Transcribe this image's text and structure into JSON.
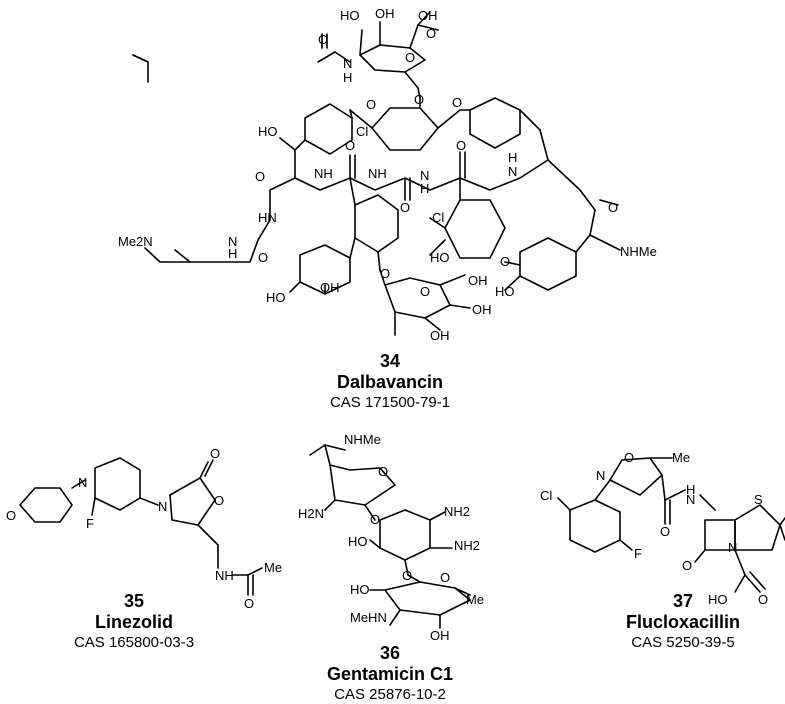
{
  "compounds": [
    {
      "number": "34",
      "name": "Dalbavancin",
      "cas": "CAS 171500-79-1"
    },
    {
      "number": "35",
      "name": "Linezolid",
      "cas": "CAS 165800-03-3"
    },
    {
      "number": "36",
      "name": "Gentamicin C1",
      "cas": "CAS 25876-10-2"
    },
    {
      "number": "37",
      "name": "Flucloxacillin",
      "cas": "CAS 5250-39-5"
    }
  ],
  "atom_labels": {
    "dalbavancin": [
      "HO",
      "OH",
      "OH",
      "O",
      "N",
      "H",
      "O",
      "O",
      "O",
      "O",
      "HO",
      "Cl",
      "O",
      "O",
      "O",
      "NH",
      "NH",
      "N",
      "N",
      "O",
      "H",
      "H",
      "O",
      "O",
      "HN",
      "Me2N",
      "N",
      "H",
      "Cl",
      "O",
      "NHMe",
      "HO",
      "O",
      "HO",
      "HO",
      "OH",
      "O",
      "OH",
      "OH",
      "OH",
      "O"
    ],
    "linezolid": [
      "O",
      "N",
      "N",
      "O",
      "O",
      "F",
      "NH",
      "Me",
      "O"
    ],
    "gentamicin": [
      "NHMe",
      "O",
      "H2N",
      "O",
      "NH2",
      "NH2",
      "HO",
      "O",
      "O",
      "HO",
      "Me",
      "MeHN",
      "OH"
    ],
    "flucloxacillin": [
      "N",
      "O",
      "Me",
      "Cl",
      "H",
      "N",
      "S",
      "F",
      "O",
      "O",
      "N",
      "HO",
      "O"
    ]
  }
}
